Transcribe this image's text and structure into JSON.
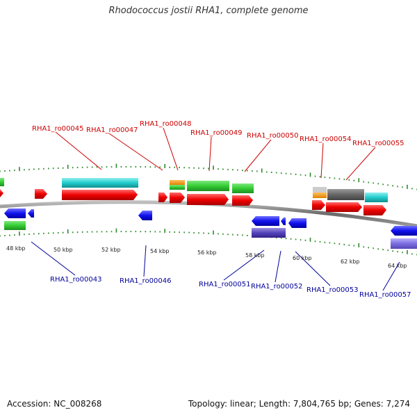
{
  "title": "Rhodococcus jostii RHA1, complete genome",
  "footer": {
    "accession": "Accession: NC_008268",
    "summary": "Topology: linear; Length: 7,804,765 bp; Genes: 7,274"
  },
  "colors": {
    "label_top": "#cc0000",
    "label_bottom": "#000099",
    "tick_green": "#2e8b2e",
    "backbone": "#8a8a8a"
  },
  "scale_labels": [
    {
      "text": "48 kbp"
    },
    {
      "text": "50 kbp"
    },
    {
      "text": "52 kbp"
    },
    {
      "text": "54 kbp"
    },
    {
      "text": "56 kbp"
    },
    {
      "text": "58 kbp"
    },
    {
      "text": "60 kbp"
    },
    {
      "text": "62 kbp"
    },
    {
      "text": "64 kbp"
    }
  ],
  "top_labels": [
    {
      "text": "RHA1_ro00045"
    },
    {
      "text": "RHA1_ro00047"
    },
    {
      "text": "RHA1_ro00048"
    },
    {
      "text": "RHA1_ro00049"
    },
    {
      "text": "RHA1_ro00050"
    },
    {
      "text": "RHA1_ro00054"
    },
    {
      "text": "RHA1_ro00055"
    }
  ],
  "bottom_labels": [
    {
      "text": "RHA1_ro00043"
    },
    {
      "text": "RHA1_ro00046"
    },
    {
      "text": "RHA1_ro00051"
    },
    {
      "text": "RHA1_ro00052"
    },
    {
      "text": "RHA1_ro00053"
    },
    {
      "text": "RHA1_ro00057"
    }
  ]
}
